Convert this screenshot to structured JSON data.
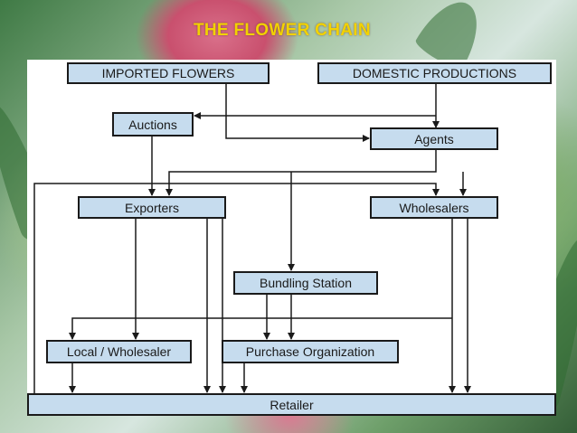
{
  "slide": {
    "title": "THE FLOWER CHAIN"
  },
  "nodes": {
    "imported": "IMPORTED FLOWERS",
    "domestic": "DOMESTIC PRODUCTIONS",
    "auctions": "Auctions",
    "agents": "Agents",
    "exporters": "Exporters",
    "wholesalers": "Wholesalers",
    "bundling": "Bundling Station",
    "local": "Local / Wholesaler",
    "purchase": "Purchase Organization",
    "retailer": "Retailer"
  },
  "colors": {
    "box_fill": "#c6dcee",
    "box_border": "#1a1a1a",
    "arrow": "#1a1a1a",
    "title": "#f2d200"
  }
}
